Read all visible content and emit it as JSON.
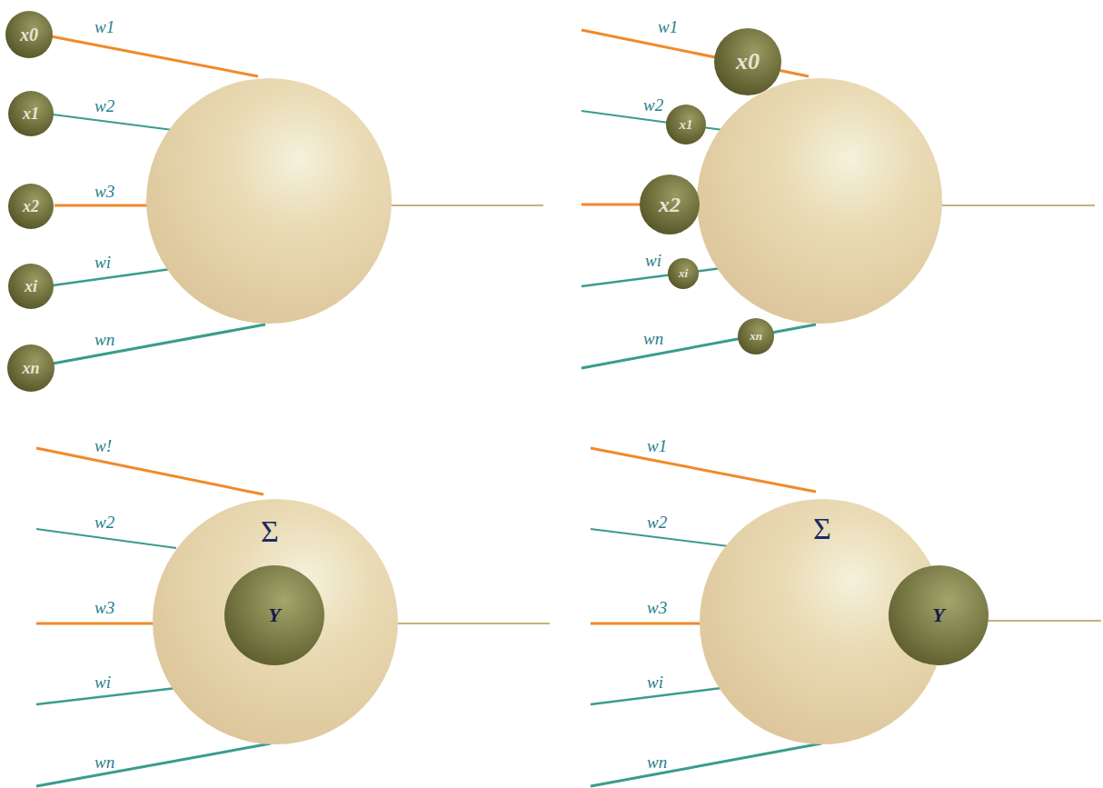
{
  "diagram": {
    "nodes": [
      {
        "text": [
          "x0"
        ]
      },
      {
        "text": [
          "x1"
        ]
      },
      {
        "text": [
          "x2"
        ]
      },
      {
        "text": [
          "xi"
        ]
      },
      {
        "text": [
          "xn"
        ]
      },
      {
        "text": [
          "x0"
        ]
      },
      {
        "text": [
          "x1"
        ]
      },
      {
        "text": [
          "x2"
        ]
      },
      {
        "text": [
          "xi"
        ]
      },
      {
        "text": [
          "xn"
        ]
      },
      {
        "text": [
          "Σ"
        ]
      },
      {
        "text": [
          "Y"
        ],
        "in": 10
      },
      {
        "text": [
          "Σ"
        ]
      },
      {
        "text": [
          "Y"
        ],
        "in": 12
      }
    ],
    "labels": [
      "w1",
      "w2",
      "w3",
      "wi",
      "wn",
      "w1",
      "w2",
      "wi",
      "wn",
      "w!",
      "w2",
      "w3",
      "wi",
      "wn",
      "w1",
      "w2",
      "w3",
      "wi",
      "wn"
    ]
  }
}
